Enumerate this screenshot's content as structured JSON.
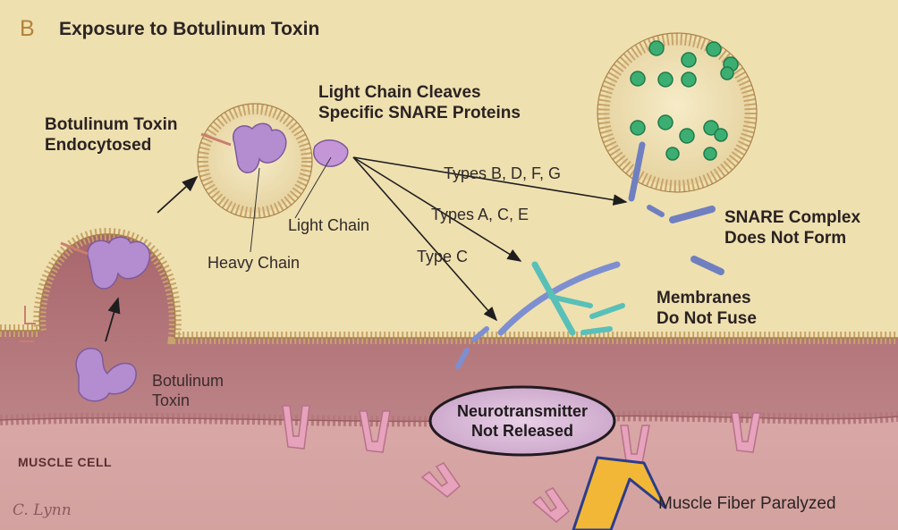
{
  "panel": {
    "letter": "B",
    "title": "Exposure to Botulinum Toxin"
  },
  "labels": {
    "endocytosed_l1": "Botulinum Toxin",
    "endocytosed_l2": "Endocytosed",
    "cleaves_l1": "Light Chain Cleaves",
    "cleaves_l2": "Specific SNARE Proteins",
    "light_chain": "Light Chain",
    "heavy_chain": "Heavy Chain",
    "types_bdfg": "Types B, D, F, G",
    "types_ace": "Types A, C, E",
    "type_c": "Type C",
    "snare_l1": "SNARE Complex",
    "snare_l2": "Does Not Form",
    "membranes_l1": "Membranes",
    "membranes_l2": "Do Not Fuse",
    "toxin_l1": "Botulinum",
    "toxin_l2": "Toxin",
    "nt_l1": "Neurotransmitter",
    "nt_l2": "Not Released",
    "muscle_cell": "MUSCLE CELL",
    "paralyzed": "Muscle Fiber Paralyzed",
    "signature": "C. Lynn"
  },
  "colors": {
    "nerve_cytoplasm": "#efe0b0",
    "membrane": "#c8a46a",
    "synaptic_cleft": "#c08a8c",
    "muscle_cell": "#d7a8a6",
    "toxin": "#b48cd0",
    "vesicle_neurotransmitter": "#3cae72",
    "snare_blue": "#6f7fc0",
    "snare_teal": "#58c0b8",
    "receptor": "#e6a3bb",
    "highlight_arrow": "#f2b736"
  }
}
